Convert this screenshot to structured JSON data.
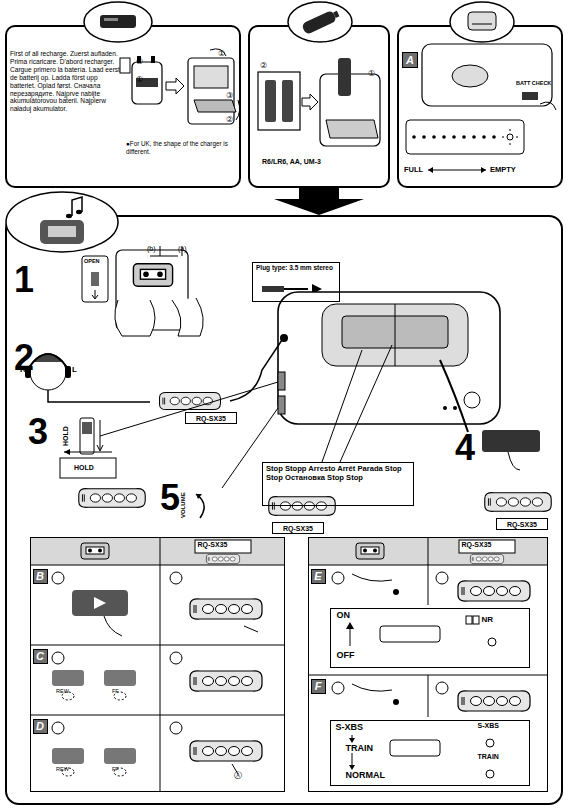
{
  "diagram": {
    "nodes": [
      {
        "text": [
          "First of all recharge. Zuerst aufladen. Prima ricaricare. D'abord recharger. Cargue primero la batería. Laad eerst de batterij op. Ladda först upp batteriet. Oplad først. Сначала перезарядите. Najprve nabijte akumulátorovou baterii. Najpierw naładuj akumulator.",
          "●For UK, the shape of the charger is different."
        ]
      },
      {
        "text": [
          "R6/LR6, AA, UM-3"
        ]
      },
      {
        "text": [
          "BATT CHECK",
          "FULL",
          "EMPTY"
        ]
      },
      {
        "text": [
          "A"
        ],
        "in": 2
      },
      {
        "text": [
          "1",
          "2",
          "3",
          "4",
          "5"
        ]
      },
      {
        "text": [
          "Plug type: 3.5 mm stereo"
        ],
        "in": 4
      },
      {
        "text": [
          "RQ-SX35"
        ],
        "in": 4
      },
      {
        "text": [
          "Stop Stopp Arresto Arrêt Parada Stop Stop Остановка Stop Stop"
        ],
        "in": 4
      },
      {
        "text": [
          "RQ-SX35"
        ],
        "in": 4
      },
      {
        "text": [
          "RQ-SX35"
        ],
        "in": 4
      },
      {
        "text": [
          "RQ-SX35"
        ],
        "in": 4
      },
      {
        "text": [
          "B"
        ],
        "in": 10
      },
      {
        "text": [
          "C"
        ],
        "in": 10
      },
      {
        "text": [
          "D"
        ],
        "in": 10
      },
      {
        "text": [
          "RQ-SX35"
        ],
        "in": 4
      },
      {
        "text": [
          "E"
        ],
        "in": 14
      },
      {
        "text": [
          "F"
        ],
        "in": 14
      },
      {
        "text": [
          "ON",
          "OFF",
          "NR"
        ],
        "in": 14
      },
      {
        "text": [
          "S-XBS",
          "TRAIN",
          "NORMAL",
          "S-XBS",
          "TRAIN"
        ],
        "in": 14
      }
    ],
    "edges": [
      {
        "from": 1,
        "to": 4,
        "arrow": "to"
      }
    ],
    "labels": [
      "②",
      "①",
      "①",
      "③",
      "②",
      "②",
      "①",
      "OPEN",
      "(b)",
      "(a)",
      "R",
      "L",
      "HOLD",
      "HOLD",
      "VOLUME",
      "REW",
      "FF",
      "REW",
      "FF",
      "Ⓐ"
    ]
  }
}
